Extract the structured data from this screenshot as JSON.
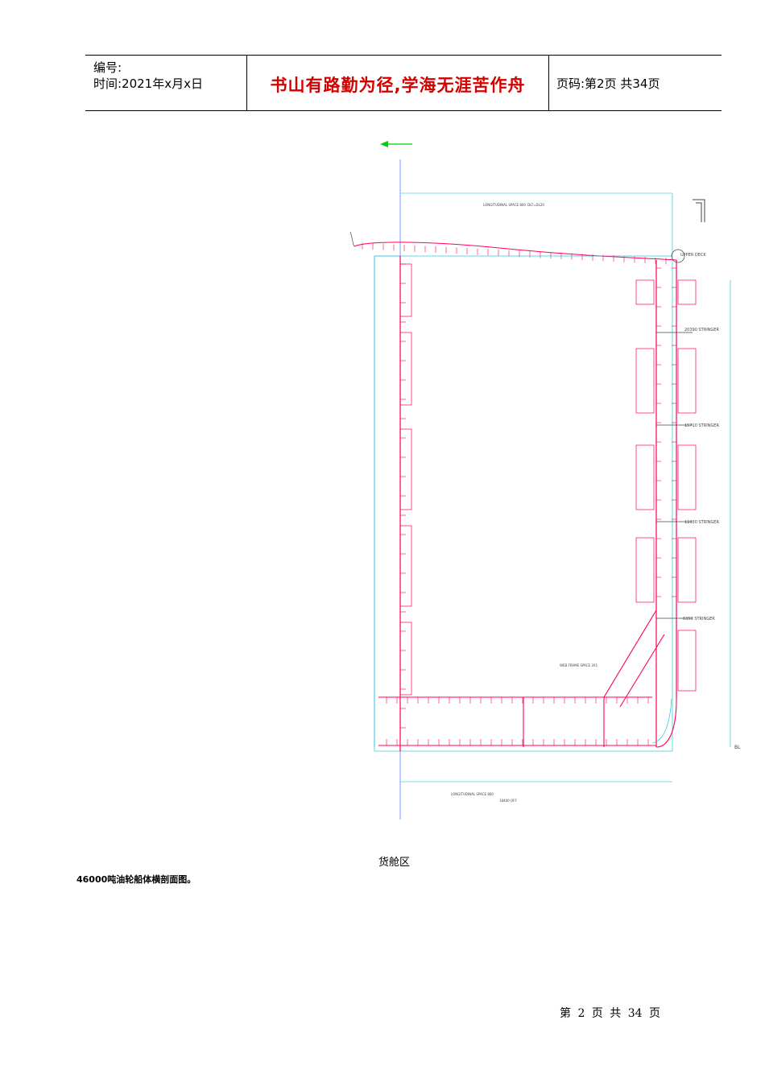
{
  "header": {
    "number_label": "编号:",
    "time_label": "时间:2021年x月x日",
    "motto": "书山有路勤为径,学海无涯苦作舟",
    "page_label": "页码:第2页  共34页"
  },
  "drawing": {
    "upper_deck": "UPPER DECK",
    "stringers": [
      "20390 STRINGER",
      "15710 STRINGER",
      "11030 STRINGER",
      "6350 STRINGER"
    ],
    "long_space_top": "LONGITUDINAL SPACE 800",
    "long_space_bottom": "LONGITUDINAL SPACE 800",
    "web_frame": "WEB FRAME SPACE 3X1",
    "baseline": "BL",
    "offset_label": "18400 OFF",
    "section_top": "DLT=DL20",
    "colors": {
      "structure": "#ff0055",
      "dimension": "#00bcd4",
      "outline": "#6080ff",
      "arrow": "#00cc00"
    }
  },
  "caption": "货舱区",
  "figure_title": "46000吨油轮船体横剖面图。",
  "footer": "第 2 页 共 34 页"
}
